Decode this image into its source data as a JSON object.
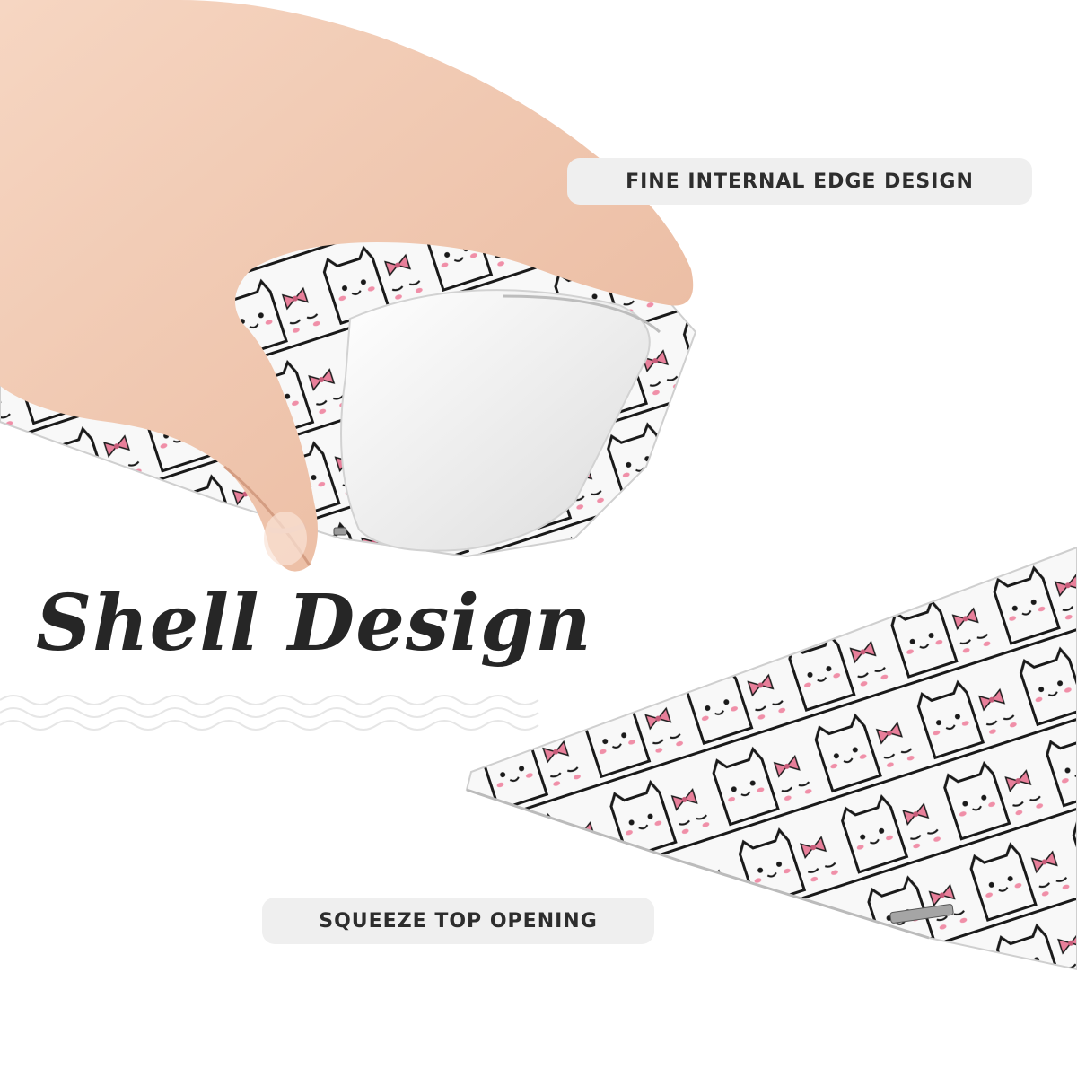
{
  "banner": {
    "headline": "Shell Design",
    "callout_top": "FINE INTERNAL EDGE DESIGN",
    "callout_bottom": "SQUEEZE TOP OPENING"
  },
  "colors": {
    "background": "#ffffff",
    "pill_background": "#efefef",
    "text_dark": "#2d2d2d",
    "skin": "#f3c9b0",
    "pink_accent": "#e87f9a",
    "case_white": "#f7f7f7",
    "outline": "#1a1a1a"
  },
  "product": {
    "pattern": "cat-faces-with-pink-bows",
    "icons": [
      "hand-icon",
      "glasses-case-icon",
      "metal-clip-icon"
    ]
  }
}
